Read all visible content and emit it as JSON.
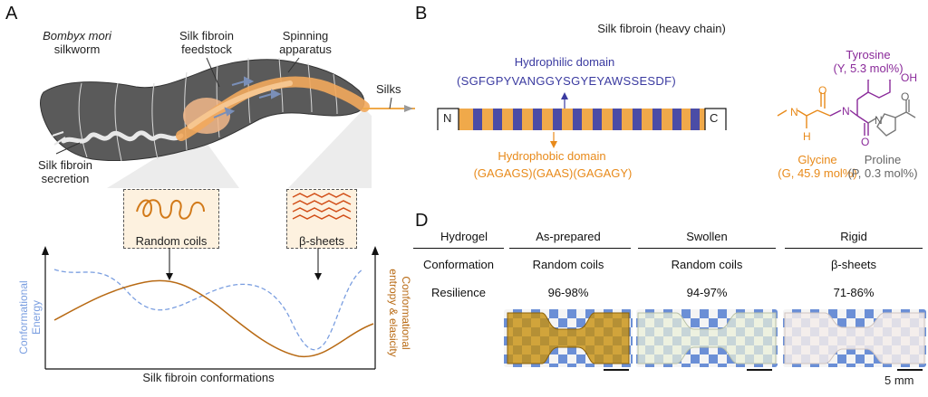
{
  "panels": {
    "a": "A",
    "b": "B",
    "d": "D"
  },
  "panel_a": {
    "species_italic": "Bombyx mori",
    "species_common": "silkworm",
    "feedstock_line1": "Silk fibroin",
    "feedstock_line2": "feedstock",
    "spinning_line1": "Spinning",
    "spinning_line2": "apparatus",
    "silks": "Silks",
    "secretion_line1": "Silk fibroin",
    "secretion_line2": "secretion",
    "random_coils": "Random coils",
    "beta_sheets": "β-sheets",
    "y_left_line1": "Conformational",
    "y_left_line2": "Energy",
    "y_right_line1": "Conformational",
    "y_right_line2": "entropy & elasicity",
    "x_label": "Silk fibroin conformations"
  },
  "panel_b": {
    "title": "Silk fibroin (heavy chain)",
    "hydrophilic_label": "Hydrophilic domain",
    "hydrophilic_seq": "(SGFGPYVANGGYSGYEYAWSSESDF)",
    "hydrophobic_label": "Hydrophobic domain",
    "hydrophobic_seq": "(GAGAGS)(GAAS)(GAGAGY)",
    "n_term": "N",
    "c_term": "C",
    "tyrosine_name": "Tyrosine",
    "tyrosine_detail": "(Y, 5.3 mol%)",
    "glycine_name": "Glycine",
    "glycine_detail": "(G, 45.9 mol%)",
    "proline_name": "Proline",
    "proline_detail": "(P, 0.3 mol%)",
    "structure_labels": {
      "nh": "N",
      "h": "H",
      "n2": "N",
      "oh": "OH",
      "o1": "O",
      "o2": "O",
      "o3": "O",
      "n3": "N"
    },
    "colors": {
      "hydrophobic": "#f0a94a",
      "hydrophilic": "#4b4ca6",
      "glycine": "#e88a1a",
      "tyrosine": "#8a2a9a",
      "proline": "#666666"
    }
  },
  "panel_d": {
    "headers": [
      "Hydrogel",
      "As-prepared",
      "Swollen",
      "Rigid"
    ],
    "rows": [
      {
        "label": "Conformation",
        "values": [
          "Random coils",
          "Random coils",
          "β-sheets"
        ]
      },
      {
        "label": "Resilience",
        "values": [
          "96-98%",
          "94-97%",
          "71-86%"
        ]
      }
    ],
    "scale_label": "5 mm"
  }
}
